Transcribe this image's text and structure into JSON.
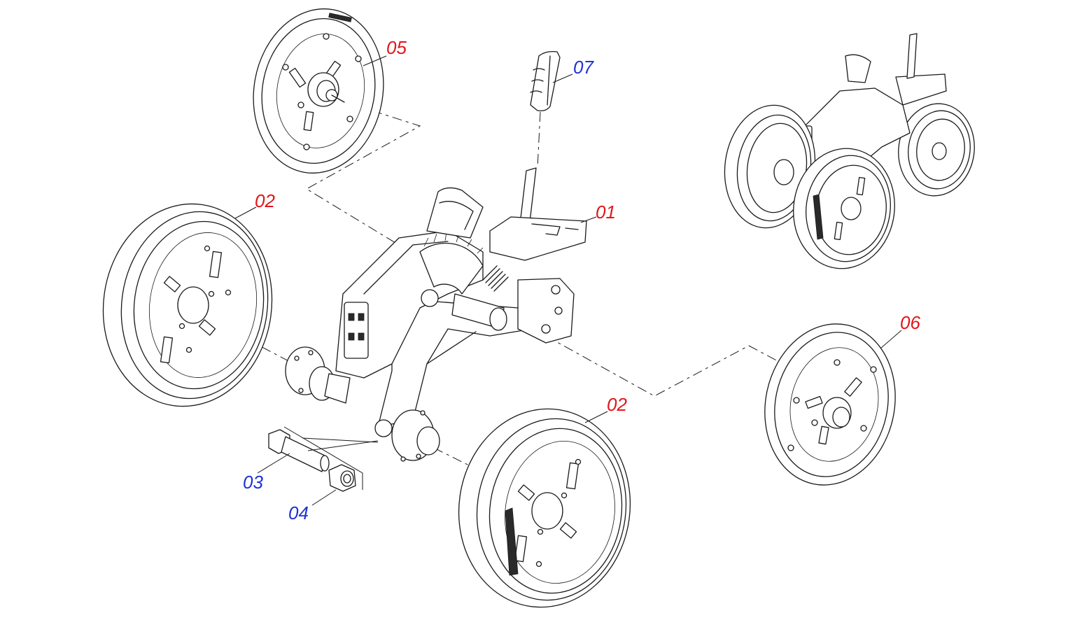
{
  "palette": {
    "red": "#e0161b",
    "blue": "#1f33d6",
    "line": "#1a1a1a"
  },
  "callouts": [
    {
      "id": "01",
      "label": "01",
      "color": "red"
    },
    {
      "id": "02a",
      "label": "02",
      "color": "red"
    },
    {
      "id": "02b",
      "label": "02",
      "color": "red"
    },
    {
      "id": "03",
      "label": "03",
      "color": "blue"
    },
    {
      "id": "04",
      "label": "04",
      "color": "blue"
    },
    {
      "id": "05",
      "label": "05",
      "color": "red"
    },
    {
      "id": "06",
      "label": "06",
      "color": "red"
    },
    {
      "id": "07",
      "label": "07",
      "color": "blue"
    }
  ]
}
